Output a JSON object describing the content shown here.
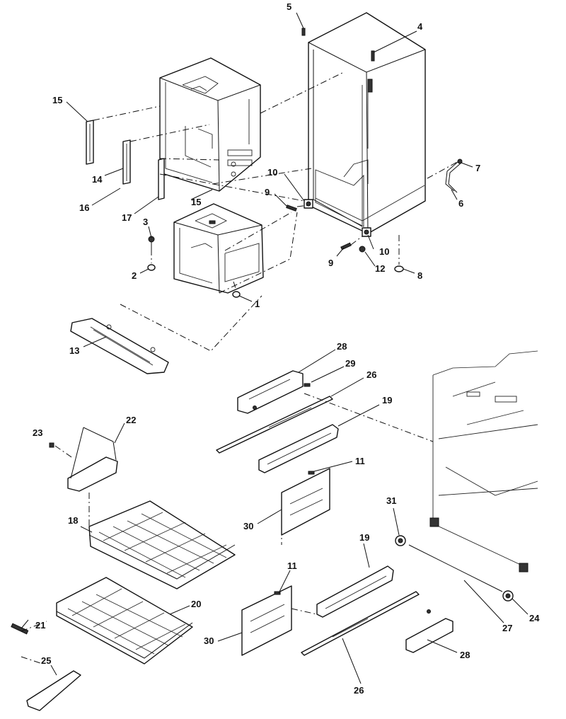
{
  "callouts": [
    {
      "id": "c5",
      "label": "5"
    },
    {
      "id": "c4",
      "label": "4"
    },
    {
      "id": "c15a",
      "label": "15"
    },
    {
      "id": "c14",
      "label": "14"
    },
    {
      "id": "c16",
      "label": "16"
    },
    {
      "id": "c17",
      "label": "17"
    },
    {
      "id": "c15b",
      "label": "15"
    },
    {
      "id": "c10a",
      "label": "10"
    },
    {
      "id": "c9a",
      "label": "9"
    },
    {
      "id": "c7",
      "label": "7"
    },
    {
      "id": "c6",
      "label": "6"
    },
    {
      "id": "c3",
      "label": "3"
    },
    {
      "id": "c2",
      "label": "2"
    },
    {
      "id": "c1",
      "label": "1"
    },
    {
      "id": "c9b",
      "label": "9"
    },
    {
      "id": "c10b",
      "label": "10"
    },
    {
      "id": "c12",
      "label": "12"
    },
    {
      "id": "c8",
      "label": "8"
    },
    {
      "id": "c13",
      "label": "13"
    },
    {
      "id": "c28a",
      "label": "28"
    },
    {
      "id": "c29",
      "label": "29"
    },
    {
      "id": "c26a",
      "label": "26"
    },
    {
      "id": "c19a",
      "label": "19"
    },
    {
      "id": "c23",
      "label": "23"
    },
    {
      "id": "c22",
      "label": "22"
    },
    {
      "id": "c11a",
      "label": "11"
    },
    {
      "id": "c30a",
      "label": "30"
    },
    {
      "id": "c31",
      "label": "31"
    },
    {
      "id": "c18",
      "label": "18"
    },
    {
      "id": "c19b",
      "label": "19"
    },
    {
      "id": "c11b",
      "label": "11"
    },
    {
      "id": "c20",
      "label": "20"
    },
    {
      "id": "c24",
      "label": "24"
    },
    {
      "id": "c21",
      "label": "21"
    },
    {
      "id": "c30b",
      "label": "30"
    },
    {
      "id": "c27",
      "label": "27"
    },
    {
      "id": "c28b",
      "label": "28"
    },
    {
      "id": "c25",
      "label": "25"
    },
    {
      "id": "c26b",
      "label": "26"
    }
  ]
}
